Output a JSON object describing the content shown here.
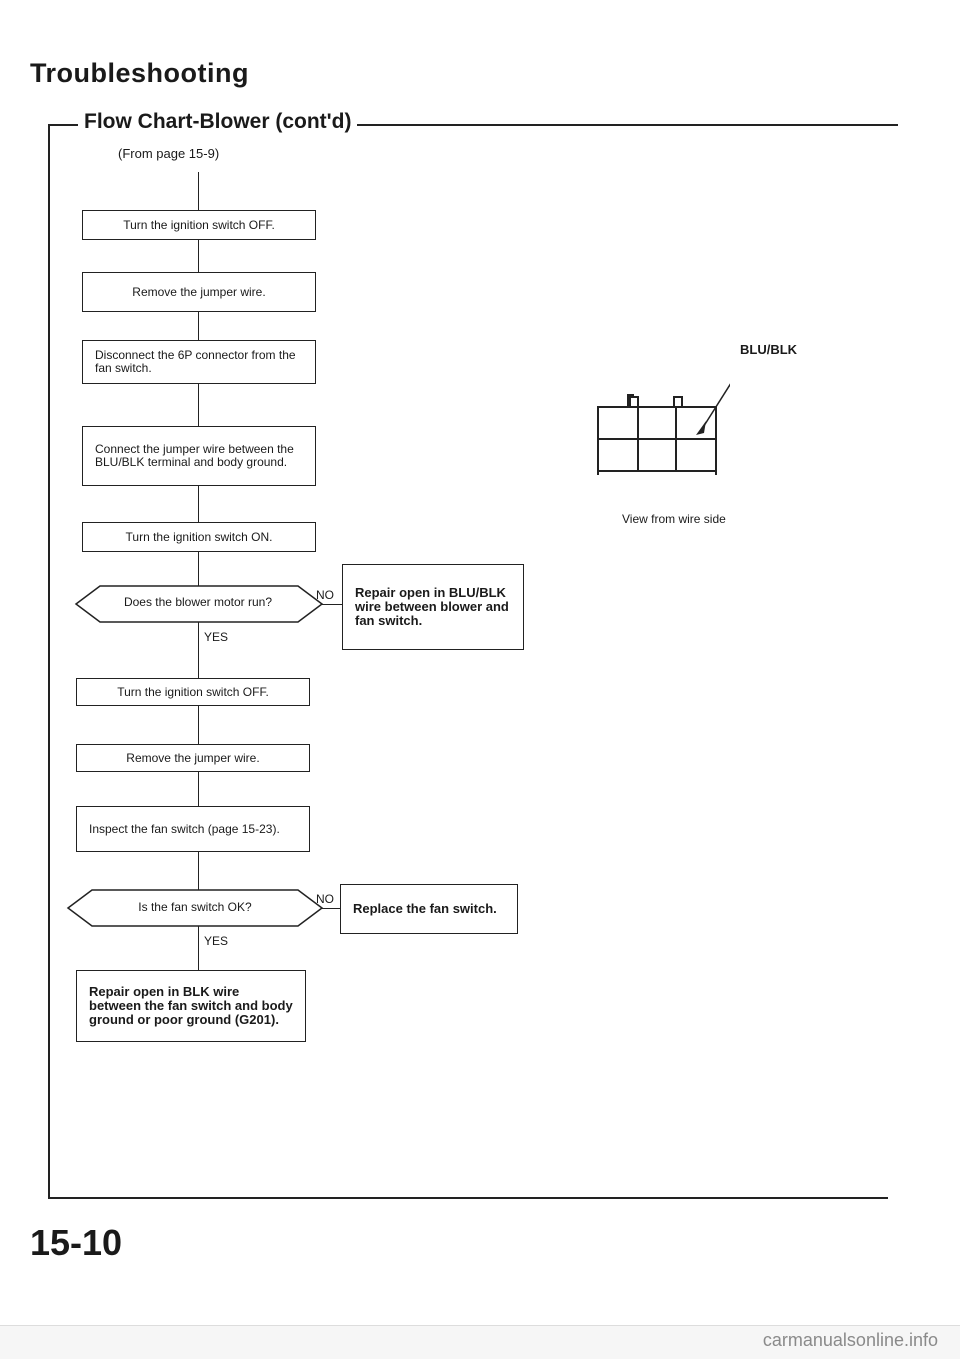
{
  "page": {
    "title": "Troubleshooting",
    "subtitle": "Flow Chart-Blower (cont'd)",
    "from_ref": "(From page 15-9)",
    "page_number": "15-10",
    "footer": "carmanualsonline.info"
  },
  "steps": {
    "s1": "Turn the ignition switch OFF.",
    "s2": "Remove the jumper wire.",
    "s3": "Disconnect the 6P connector from the fan switch.",
    "s4": "Connect the jumper wire between the BLU/BLK terminal and body ground.",
    "s5": "Turn the ignition switch ON.",
    "q1": "Does the blower motor run?",
    "r1": "Repair open in BLU/BLK wire between blower and fan switch.",
    "s6": "Turn the ignition switch OFF.",
    "s7": "Remove the jumper wire.",
    "s8": "Inspect the fan switch (page 15-23).",
    "q2": "Is the fan switch OK?",
    "r2": "Replace the fan switch.",
    "s9": "Repair open in BLK wire between the fan switch and body ground or poor ground (G201)."
  },
  "labels": {
    "yes": "YES",
    "no": "NO"
  },
  "connector": {
    "wire_label": "BLU/BLK",
    "caption": "View from wire side"
  }
}
